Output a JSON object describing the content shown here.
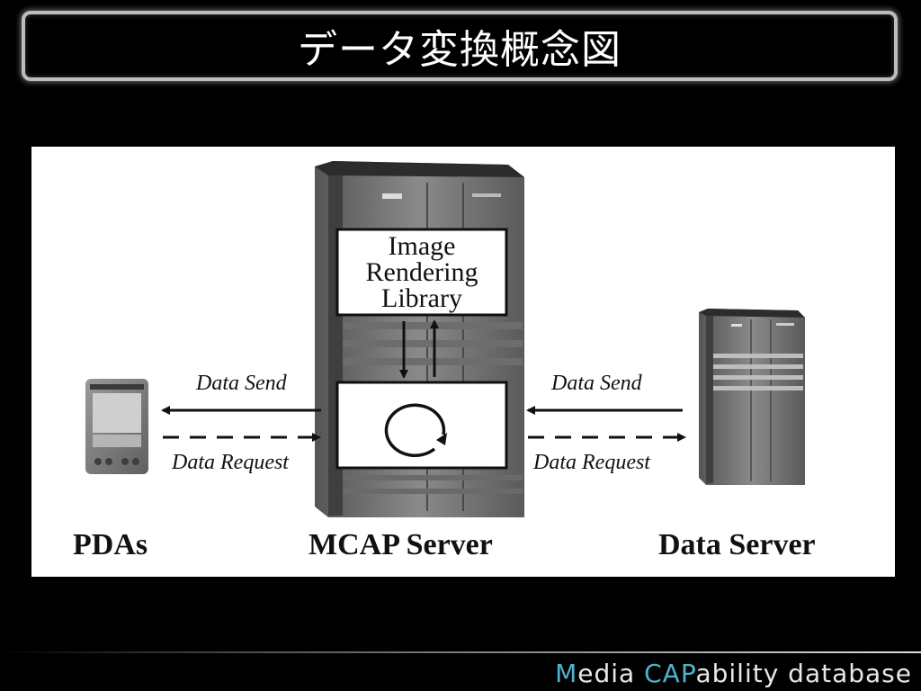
{
  "slide": {
    "title": "データ変換概念図"
  },
  "diagram": {
    "library_box": [
      "Image",
      "Rendering",
      "Library"
    ],
    "left_link": {
      "send": "Data Send",
      "request": "Data Request"
    },
    "right_link": {
      "send": "Data Send",
      "request": "Data Request"
    },
    "nodes": {
      "pdas": "PDAs",
      "mcap_server": "MCAP Server",
      "data_server": "Data Server"
    }
  },
  "footer": {
    "brand_m": "M",
    "brand_edia": "edia ",
    "brand_cap": "CAP",
    "brand_rest": "ability database",
    "accent_color": "#4fb3cc"
  }
}
